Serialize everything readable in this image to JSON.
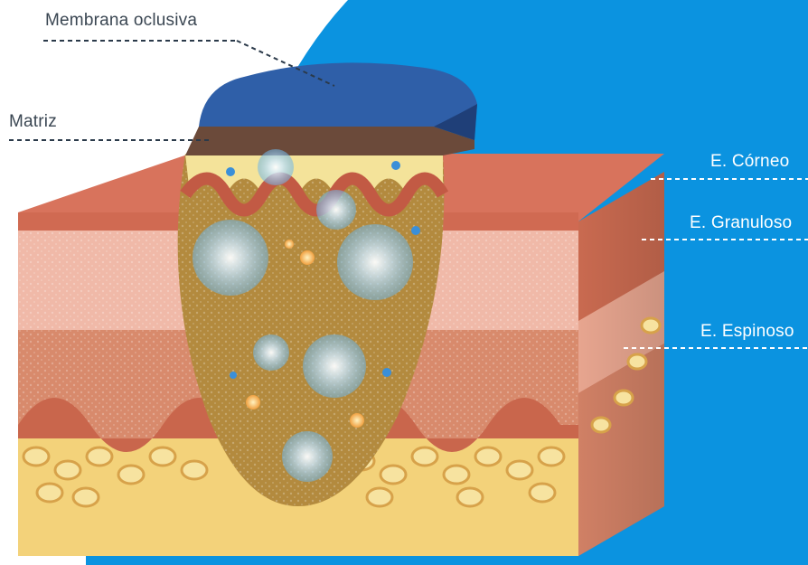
{
  "labels": {
    "membrana": "Membrana oclusiva",
    "matriz": "Matriz",
    "corneo": "E. Córneo",
    "granuloso": "E. Granuloso",
    "espinoso": "E. Espinoso"
  },
  "colors": {
    "background_blue": "#0b93e0",
    "membrane": "#2f5fa8",
    "matrix": "#6b4a3a",
    "corneum": "#d8735c",
    "granulosum": "#f0b9a8",
    "spinosum": "#d88a6c",
    "basal_fat": "#f3d27a",
    "gel": "#b38a3e"
  }
}
